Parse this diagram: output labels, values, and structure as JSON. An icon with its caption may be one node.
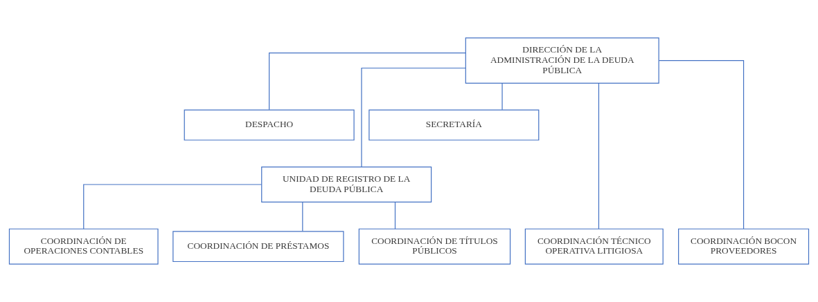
{
  "diagram": {
    "nodes": [
      {
        "text": [
          "DIRECCIÓN DE LA ADMINISTRACIÓN DE LA DEUDA PÚBLICA"
        ]
      },
      {
        "text": [
          "DESPACHO"
        ]
      },
      {
        "text": [
          "SECRETARÍA"
        ]
      },
      {
        "text": [
          "UNIDAD DE REGISTRO DE LA DEUDA PÚBLICA"
        ]
      },
      {
        "text": [
          "COORDINACIÓN DE OPERACIONES CONTABLES"
        ]
      },
      {
        "text": [
          "COORDINACIÓN DE PRÉSTAMOS"
        ]
      },
      {
        "text": [
          "COORDINACIÓN DE TÍTULOS PÚBLICOS"
        ]
      },
      {
        "text": [
          "COORDINACIÓN TÉCNICO OPERATIVA LITIGIOSA"
        ]
      },
      {
        "text": [
          "COORDINACIÓN BOCON PROVEEDORES"
        ]
      }
    ],
    "edges": [
      {
        "from": 0,
        "to": 1,
        "arrow": "none"
      },
      {
        "from": 0,
        "to": 2,
        "arrow": "none"
      },
      {
        "from": 0,
        "to": 3,
        "arrow": "none"
      },
      {
        "from": 3,
        "to": 4,
        "arrow": "none"
      },
      {
        "from": 3,
        "to": 5,
        "arrow": "none"
      },
      {
        "from": 3,
        "to": 6,
        "arrow": "none"
      },
      {
        "from": 0,
        "to": 7,
        "arrow": "none"
      },
      {
        "from": 0,
        "to": 8,
        "arrow": "none"
      }
    ]
  }
}
